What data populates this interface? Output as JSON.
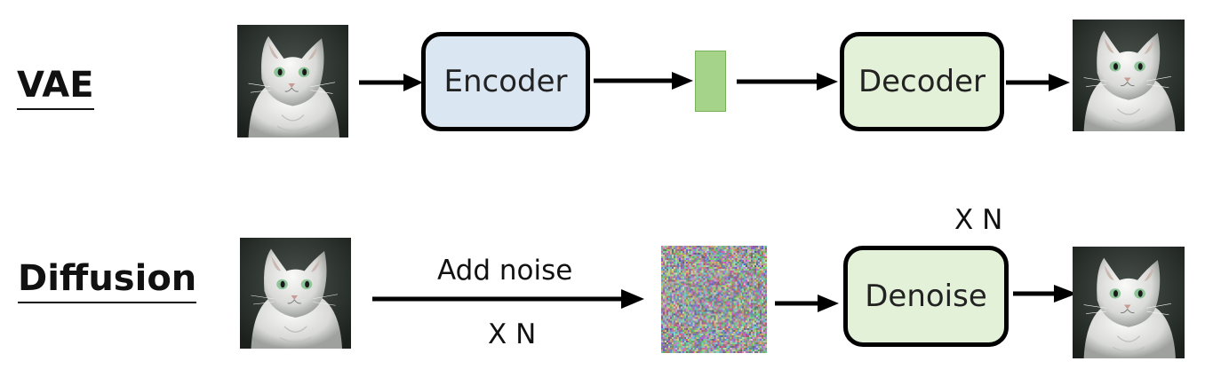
{
  "rows": {
    "vae": {
      "label": "VAE"
    },
    "diffusion": {
      "label": "Diffusion"
    }
  },
  "boxes": {
    "encoder": {
      "label": "Encoder",
      "fill": "#dbe6f3"
    },
    "decoder": {
      "label": "Decoder",
      "fill": "#e4f1d9"
    },
    "denoise": {
      "label": "Denoise",
      "fill": "#e4f1d9"
    }
  },
  "latent": {
    "fill": "#a6d38a",
    "stroke": "#76b058"
  },
  "diffusion_labels": {
    "add_noise": "Add noise",
    "repeat_below": "X N",
    "repeat_above": "X N"
  },
  "colors": {
    "arrow": "#000000",
    "cat_bg": "#2a302c",
    "cat_fur": "#e8e8e6",
    "cat_eye": "#8fc49a"
  }
}
